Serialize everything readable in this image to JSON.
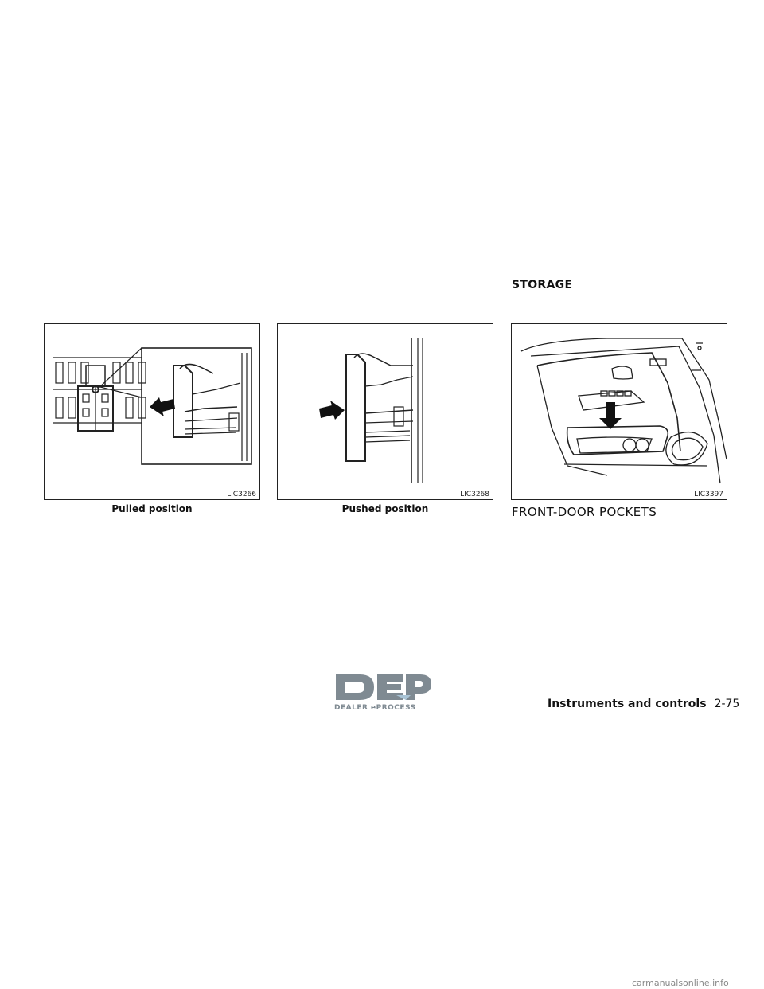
{
  "section": {
    "heading": "STORAGE"
  },
  "figures": [
    {
      "code": "LIC3266",
      "caption": "Pulled position"
    },
    {
      "code": "LIC3268",
      "caption": "Pushed position"
    },
    {
      "code": "LIC3397"
    }
  ],
  "subheading": "FRONT-DOOR POCKETS",
  "logo": {
    "text": "DEP",
    "subtext": "DEALER ePROCESS"
  },
  "footer": {
    "section_name": "Instruments and controls",
    "page_number": "2-75"
  },
  "watermark": "carmanualsonline.info"
}
